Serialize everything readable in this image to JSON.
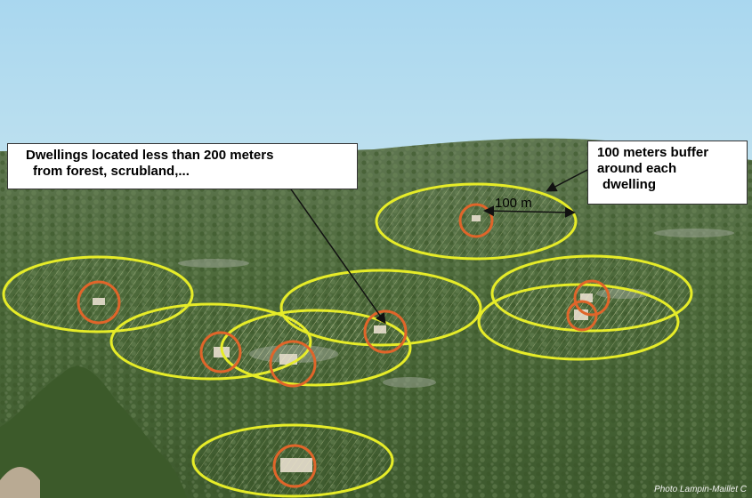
{
  "annotations": {
    "dwellings_callout": [
      "Dwellings located less than 200 meters",
      "from forest, scrubland,..."
    ],
    "buffer_callout": [
      "100 meters buffer",
      "around each",
      "dwelling"
    ],
    "distance_label": "100 m"
  },
  "credit": "Photo Lampin-Maillet C",
  "colors": {
    "sky": "#a8d4ec",
    "buffer_ellipse": "#e8ee2a",
    "dwelling_circle": "#e0662a",
    "forest": "#4f6a3c"
  }
}
